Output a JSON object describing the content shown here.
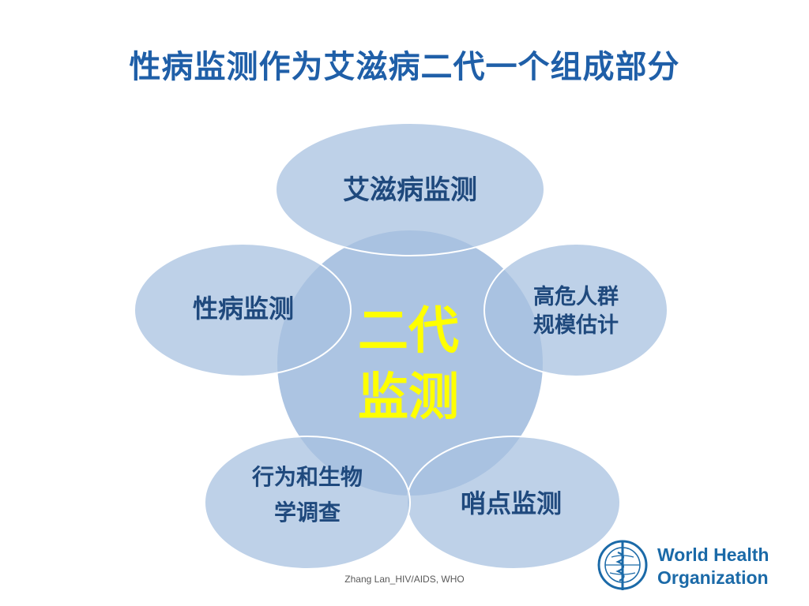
{
  "slide": {
    "title": "性病监测作为艾滋病二代一个组成部分",
    "footer": "Zhang Lan_HIV/AIDS, WHO"
  },
  "diagram": {
    "center": {
      "lines": [
        "二代",
        "监测"
      ],
      "text_color": "#FFFF00"
    },
    "nodes": [
      {
        "id": "top",
        "lines": [
          "艾滋病监测"
        ]
      },
      {
        "id": "right",
        "lines": [
          "高危人群",
          "规模估计"
        ]
      },
      {
        "id": "bottom-right",
        "lines": [
          "哨点监测"
        ]
      },
      {
        "id": "bottom-left",
        "lines": [
          "行为和生物",
          "学调查"
        ]
      },
      {
        "id": "left",
        "lines": [
          "性病监测"
        ]
      }
    ],
    "fill_color": "#A8C1E0",
    "text_color": "#1F497D"
  },
  "logo": {
    "line1": "World Health",
    "line2": "Organization"
  }
}
